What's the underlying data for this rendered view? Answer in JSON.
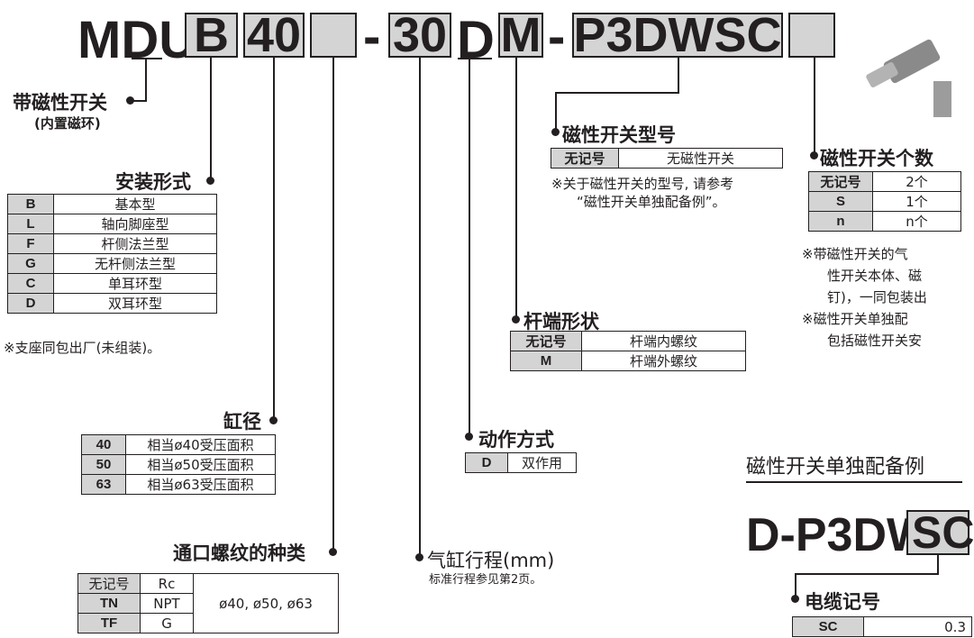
{
  "model": {
    "mdu": "MDU",
    "b": "B",
    "bore": "40",
    "blank1": "",
    "dash1": "-",
    "stroke": "30",
    "d": "D",
    "m": "M",
    "dash2": "-",
    "switch": "P3DWSC",
    "blank2": ""
  },
  "switch_note": {
    "title": "带磁性开关",
    "sub": "(内置磁环)"
  },
  "mount": {
    "title": "安装形式",
    "rows": [
      [
        "B",
        "基本型"
      ],
      [
        "L",
        "轴向脚座型"
      ],
      [
        "F",
        "杆侧法兰型"
      ],
      [
        "G",
        "无杆侧法兰型"
      ],
      [
        "C",
        "单耳环型"
      ],
      [
        "D",
        "双耳环型"
      ]
    ],
    "note": "※支座同包出厂(未组装)。"
  },
  "bore": {
    "title": "缸径",
    "rows": [
      [
        "40",
        "相当ø40受压面积"
      ],
      [
        "50",
        "相当ø50受压面积"
      ],
      [
        "63",
        "相当ø63受压面积"
      ]
    ]
  },
  "port": {
    "title": "通口螺纹的种类",
    "rows": [
      [
        "无记号",
        "Rc"
      ],
      [
        "TN",
        "NPT"
      ],
      [
        "TF",
        "G"
      ]
    ],
    "sizes": "ø40, ø50, ø63"
  },
  "stroke": {
    "title": "气缸行程(mm)",
    "note": "标准行程参见第2页。"
  },
  "action": {
    "title": "动作方式",
    "rows": [
      [
        "D",
        "双作用"
      ]
    ]
  },
  "rod": {
    "title": "杆端形状",
    "rows": [
      [
        "无记号",
        "杆端内螺纹"
      ],
      [
        "M",
        "杆端外螺纹"
      ]
    ]
  },
  "swtype": {
    "title": "磁性开关型号",
    "rows": [
      [
        "无记号",
        "无磁性开关"
      ]
    ],
    "note1": "※关于磁性开关的型号, 请参考",
    "note2": "“磁性开关单独配备例”。"
  },
  "swcount": {
    "title": "磁性开关个数",
    "rows": [
      [
        "无记号",
        "2个"
      ],
      [
        "S",
        "1个"
      ],
      [
        "n",
        "n个"
      ]
    ],
    "notes": [
      "※带磁性开关的气",
      "性开关本体、磁",
      "钉)，一同包装出",
      "※磁性开关单独配",
      "包括磁性开关安"
    ]
  },
  "sep": {
    "title": "磁性开关单独配备例",
    "model_prefix": "D-P3DW",
    "model_box": "SC",
    "cable_title": "电缆记号",
    "cable_rows": [
      [
        "SC",
        "0.3"
      ]
    ]
  }
}
